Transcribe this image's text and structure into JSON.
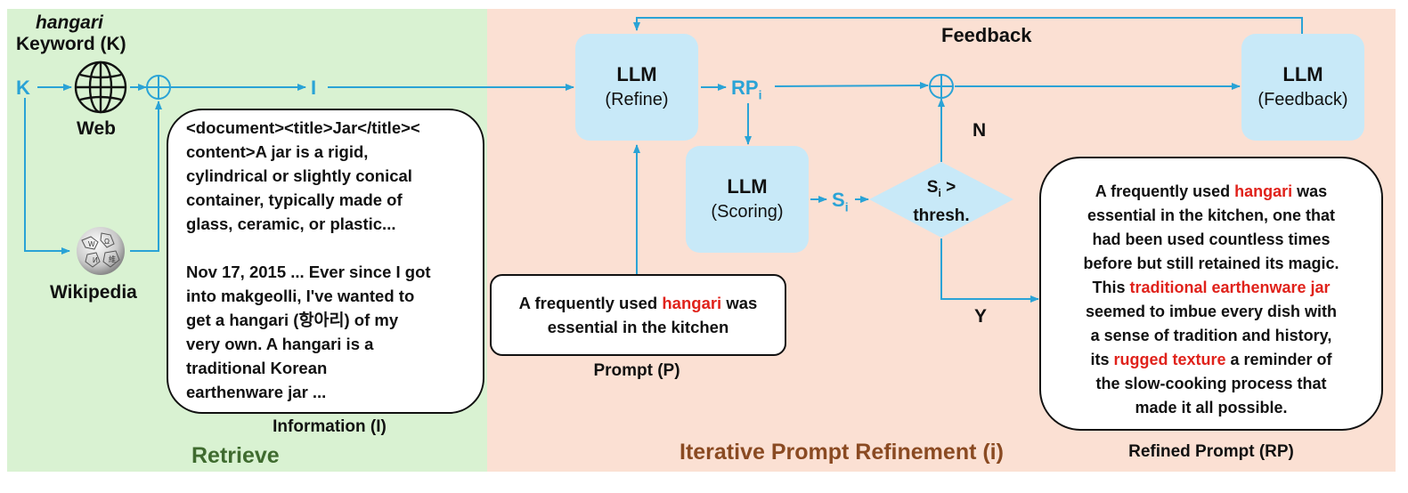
{
  "retrieve": {
    "keyword_term": "hangari",
    "keyword_label": "Keyword (K)",
    "k_symbol": "K",
    "web_label": "Web",
    "wikipedia_label": "Wikipedia",
    "i_symbol": "I",
    "information_lines": [
      "<document><title>Jar</title><",
      "content>A jar is a rigid,",
      "cylindrical or slightly conical",
      "container, typically made of",
      "glass, ceramic, or plastic...",
      "",
      "Nov 17, 2015 ... Ever since I got",
      "into makgeolli, I've wanted to",
      "get a hangari (항아리) of my",
      "very own. A hangari is a",
      "traditional Korean",
      "earthenware jar ..."
    ],
    "information_caption": "Information (I)",
    "section_title": "Retrieve"
  },
  "refine": {
    "llm_refine_title": "LLM",
    "llm_refine_sub": "(Refine)",
    "llm_scoring_title": "LLM",
    "llm_scoring_sub": "(Scoring)",
    "llm_feedback_title": "LLM",
    "llm_feedback_sub": "(Feedback)",
    "rp_symbol": "RP",
    "rp_subscript": "i",
    "s_symbol": "S",
    "s_subscript": "i",
    "decision_line1_symbol": "S",
    "decision_line1_sub": "i",
    "decision_line1_rest": " >",
    "decision_line2": "thresh.",
    "feedback_label": "Feedback",
    "n_label": "N",
    "y_label": "Y",
    "prompt_pre": "A frequently used ",
    "prompt_highlight": "hangari",
    "prompt_post": " was",
    "prompt_line2": "essential in the kitchen",
    "prompt_caption": "Prompt (P)",
    "refined": {
      "l1_pre": "A frequently used ",
      "l1_hl": "hangari",
      "l1_post": " was",
      "l2": "essential in the kitchen, one that",
      "l3": "had been used countless times",
      "l4": "before but still retained its magic.",
      "l5_pre": "This ",
      "l5_hl": "traditional earthenware jar",
      "l6": "seemed to imbue every dish with",
      "l7": "a sense of tradition and history,",
      "l8_pre": "its ",
      "l8_hl": "rugged texture",
      "l8_post": " a reminder of",
      "l9": "the slow-cooking process that",
      "l10": "made it all possible."
    },
    "refined_caption": "Refined Prompt (RP)",
    "section_title": "Iterative Prompt Refinement (i)"
  },
  "colors": {
    "retrieve_bg": "#d9f2d2",
    "refine_bg": "#fbe0d3",
    "llm_box": "#c8e9f8",
    "arrow": "#2aa3d6",
    "highlight": "#e0221b",
    "retrieve_title": "#3f6b2f",
    "refine_title": "#8a4a22"
  }
}
